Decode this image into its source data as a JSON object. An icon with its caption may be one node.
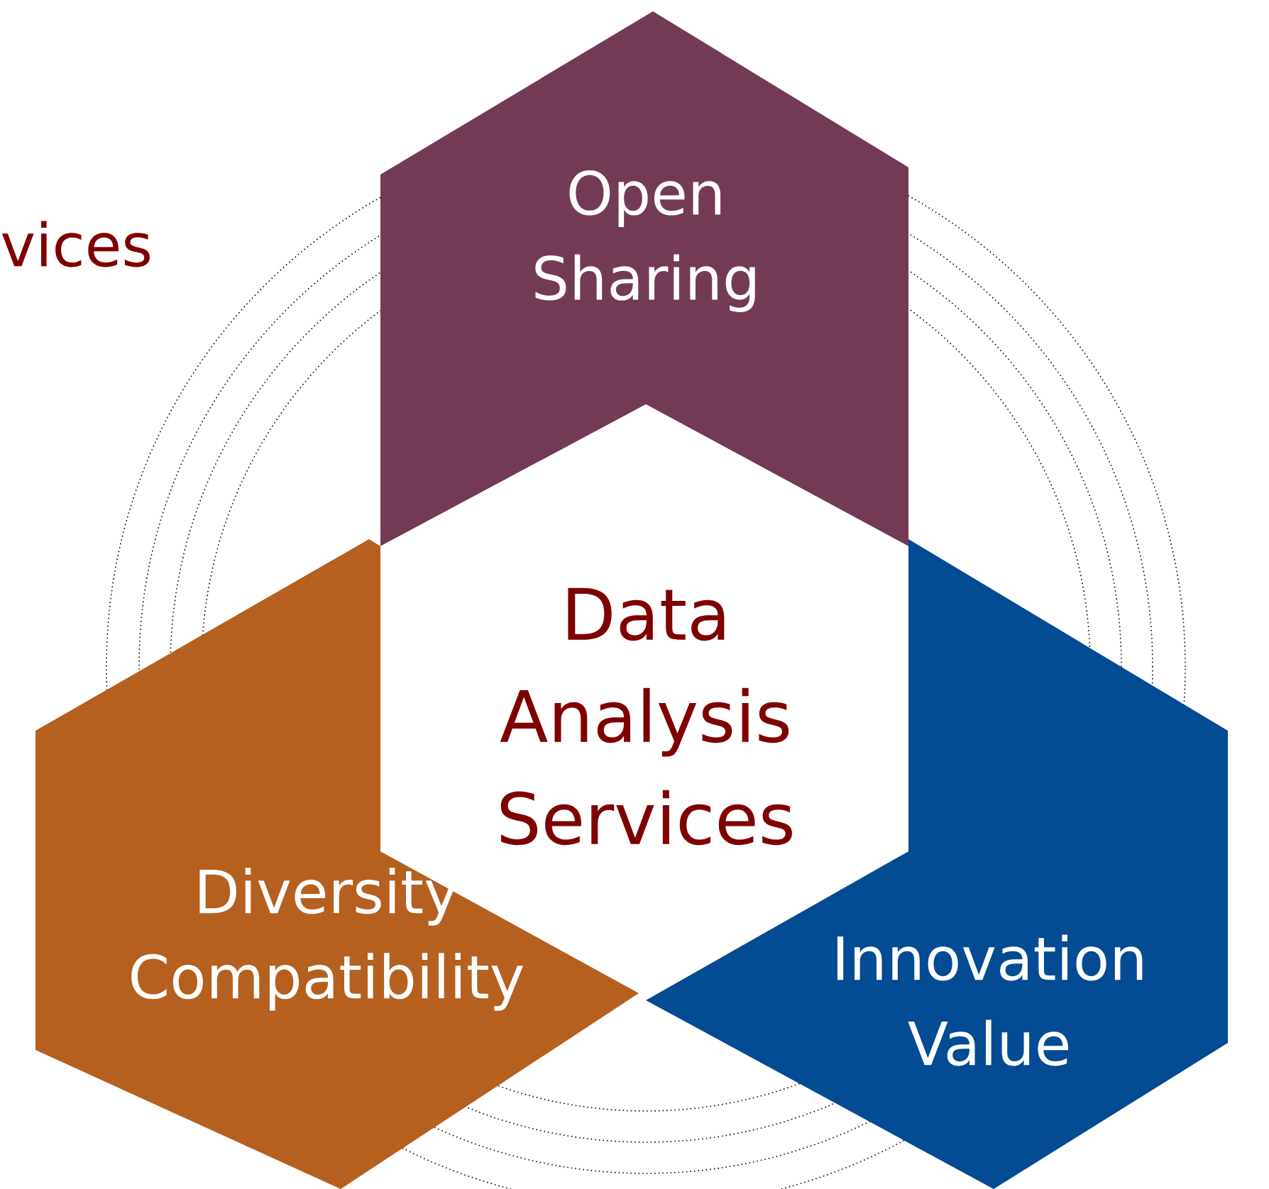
{
  "diagram": {
    "nodes": [
      {
        "text": [
          "Data Analysis Services"
        ]
      },
      {
        "text": [
          "Open Sharing"
        ]
      },
      {
        "text": [
          "Diversity Compatibility"
        ]
      },
      {
        "text": [
          "Innovation Value"
        ]
      }
    ],
    "labels": [
      "vices"
    ]
  }
}
